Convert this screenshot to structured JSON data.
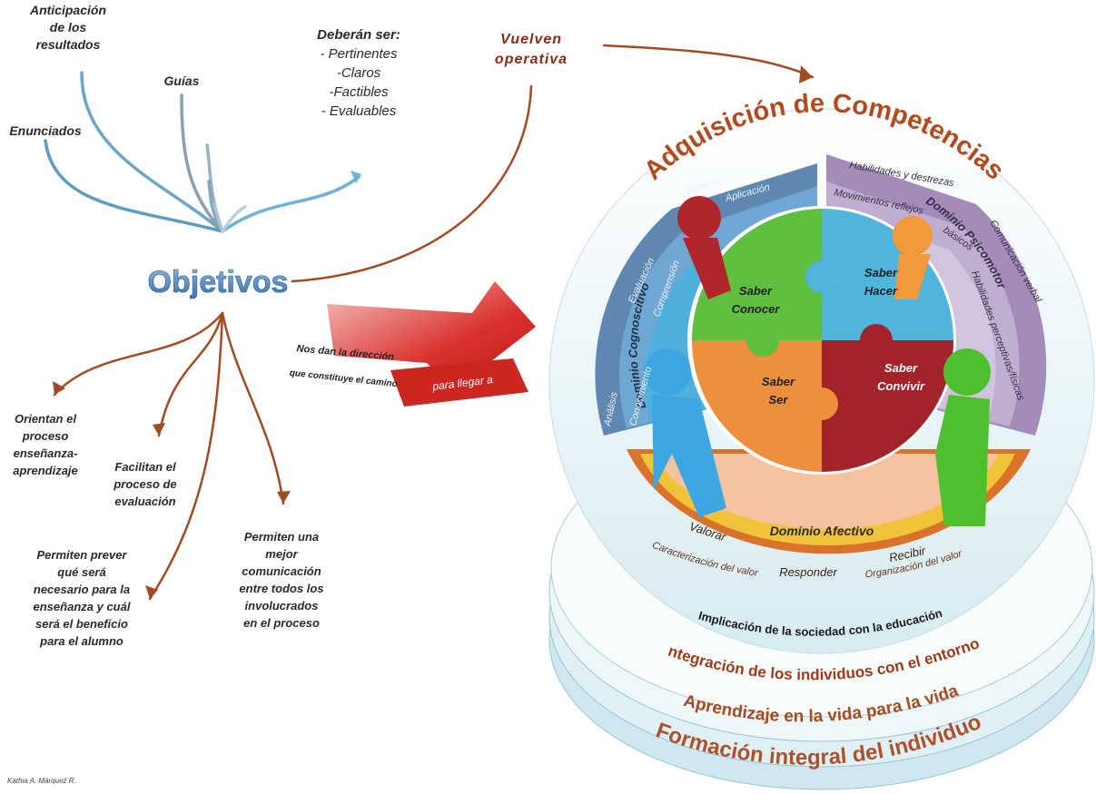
{
  "left_map": {
    "center": "Objetivos",
    "top_branches": {
      "anticipacion": [
        "Anticipación",
        "de los",
        "resultados"
      ],
      "guias": "Guías",
      "enunciados": "Enunciados",
      "deberan": [
        "Deberán ser:",
        "- Pertinentes",
        "-Claros",
        "-Factibles",
        "- Evaluables"
      ]
    },
    "vuelven": [
      "Vuelven",
      "operativa"
    ],
    "arrow": {
      "line1": "Nos dan la dirección",
      "line2": "que constituye el camino",
      "label": "para llegar a"
    },
    "bottom_branches": {
      "orientan": [
        "Orientan el",
        "proceso",
        "enseñanza-",
        "aprendizaje"
      ],
      "facilitan": [
        "Facilitan el",
        "proceso de",
        "evaluación"
      ],
      "permiten_prever": [
        "Permiten prever",
        "qué será",
        "necesario para la",
        "enseñanza y cuál",
        "será el beneficio",
        "para el alumno"
      ],
      "permiten_comunicacion": [
        "Permiten una",
        "mejor",
        "comunicación",
        "entre todos los",
        "involucrados",
        "en el proceso"
      ]
    }
  },
  "wheel": {
    "title": "Adquisición de Competencias",
    "cognitive": {
      "domain": "Dominio Cognoscitivo",
      "levels": [
        "Conocimiento",
        "Comprensión",
        "Aplicación",
        "Análisis",
        "Síntesis",
        "Evaluación"
      ]
    },
    "psychomotor": {
      "domain": "Dominio Psicomotor",
      "levels": [
        "Movimientos reflejos",
        "básicos",
        "Habilidades y destrezas",
        "Comunicación verbal",
        "Habilidades perceptivas/físicas"
      ]
    },
    "affective": {
      "domain": "Dominio Afectivo",
      "levels": [
        "Recibir",
        "Responder",
        "Valorar"
      ],
      "outer": [
        "Organización del valor",
        "Caracterización del valor"
      ]
    },
    "puzzle": {
      "saber_conocer": [
        "Saber",
        "Conocer"
      ],
      "saber_hacer": [
        "Saber",
        "Hacer"
      ],
      "saber_ser": [
        "Saber",
        "Ser"
      ],
      "saber_convivir": [
        "Saber",
        "Convivir"
      ]
    },
    "layers": [
      "Implicación de la sociedad con la educación",
      "Integración de los individuos con el entorno",
      "Aprendizaje en la vida para la vida",
      "Formación integral del individuo"
    ]
  },
  "author": "Kathia A. Márquez R."
}
